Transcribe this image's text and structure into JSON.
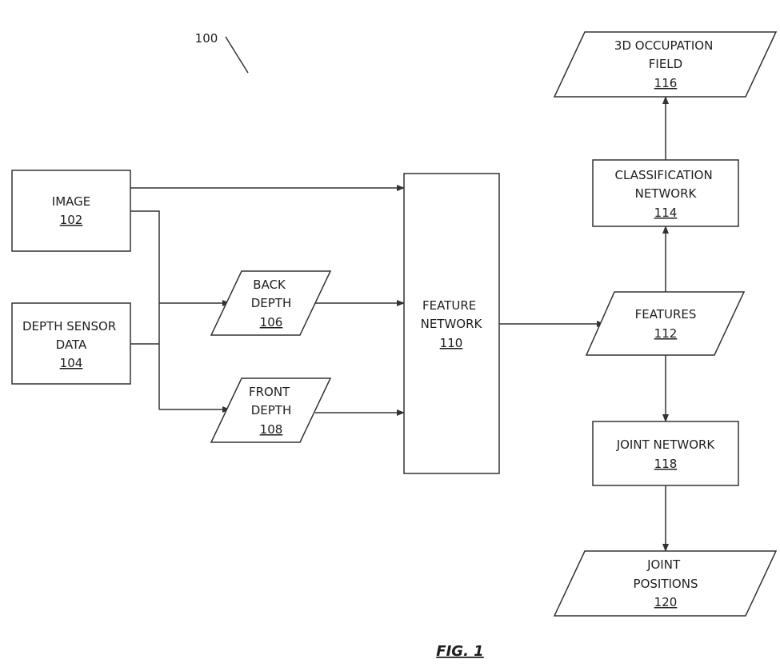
{
  "figure": {
    "ref": "100",
    "caption": "FIG. 1"
  },
  "nodes": {
    "image": {
      "lines": [
        "IMAGE"
      ],
      "ref": "102"
    },
    "depth_sensor_data": {
      "lines": [
        "DEPTH SENSOR",
        "DATA"
      ],
      "ref": "104"
    },
    "back_depth": {
      "lines": [
        "BACK",
        "DEPTH"
      ],
      "ref": "106"
    },
    "front_depth": {
      "lines": [
        "FRONT",
        "DEPTH"
      ],
      "ref": "108"
    },
    "feature_network": {
      "lines": [
        "FEATURE",
        "NETWORK"
      ],
      "ref": "110"
    },
    "features": {
      "lines": [
        "FEATURES"
      ],
      "ref": "112"
    },
    "classification_network": {
      "lines": [
        "CLASSIFICATION",
        "NETWORK"
      ],
      "ref": "114"
    },
    "occupation_field": {
      "lines": [
        "3D OCCUPATION",
        "FIELD"
      ],
      "ref": "116"
    },
    "joint_network": {
      "lines": [
        "JOINT NETWORK"
      ],
      "ref": "118"
    },
    "joint_positions": {
      "lines": [
        "JOINT",
        "POSITIONS"
      ],
      "ref": "120"
    }
  }
}
